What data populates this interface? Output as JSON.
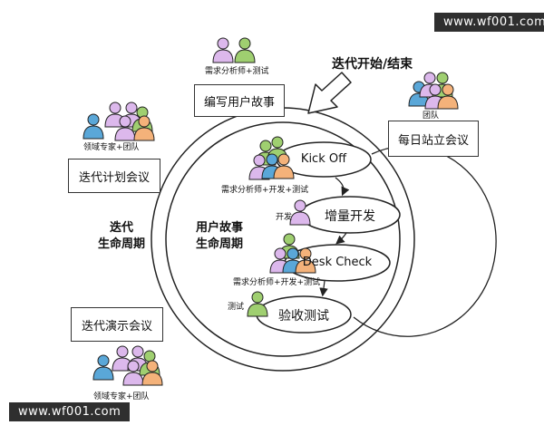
{
  "watermark": "www.wf001.com",
  "iteration_start_end": "迭代开始/结束",
  "iteration_cycle": "迭代\n生命周期",
  "story_cycle": "用户故事\n生命周期",
  "meetings": {
    "write_story": "编写用户故事",
    "standup": "每日站立会议",
    "planning": "迭代计划会议",
    "demo": "迭代演示会议"
  },
  "roles": {
    "analyst_test": "需求分析师+测试",
    "team": "团队",
    "domain_team": "领域专家+团队",
    "analyst_dev_test": "需求分析师+开发+测试",
    "dev": "开发",
    "test": "测试"
  },
  "stages": {
    "kickoff": "Kick Off",
    "increment": "增量开发",
    "desk_check": "Desk Check",
    "acceptance": "验收测试"
  },
  "colors": {
    "green": "#9fcf70",
    "purple": "#dcb8ec",
    "blue": "#5aa7d8",
    "orange": "#f4b27a",
    "outline": "#222222"
  }
}
